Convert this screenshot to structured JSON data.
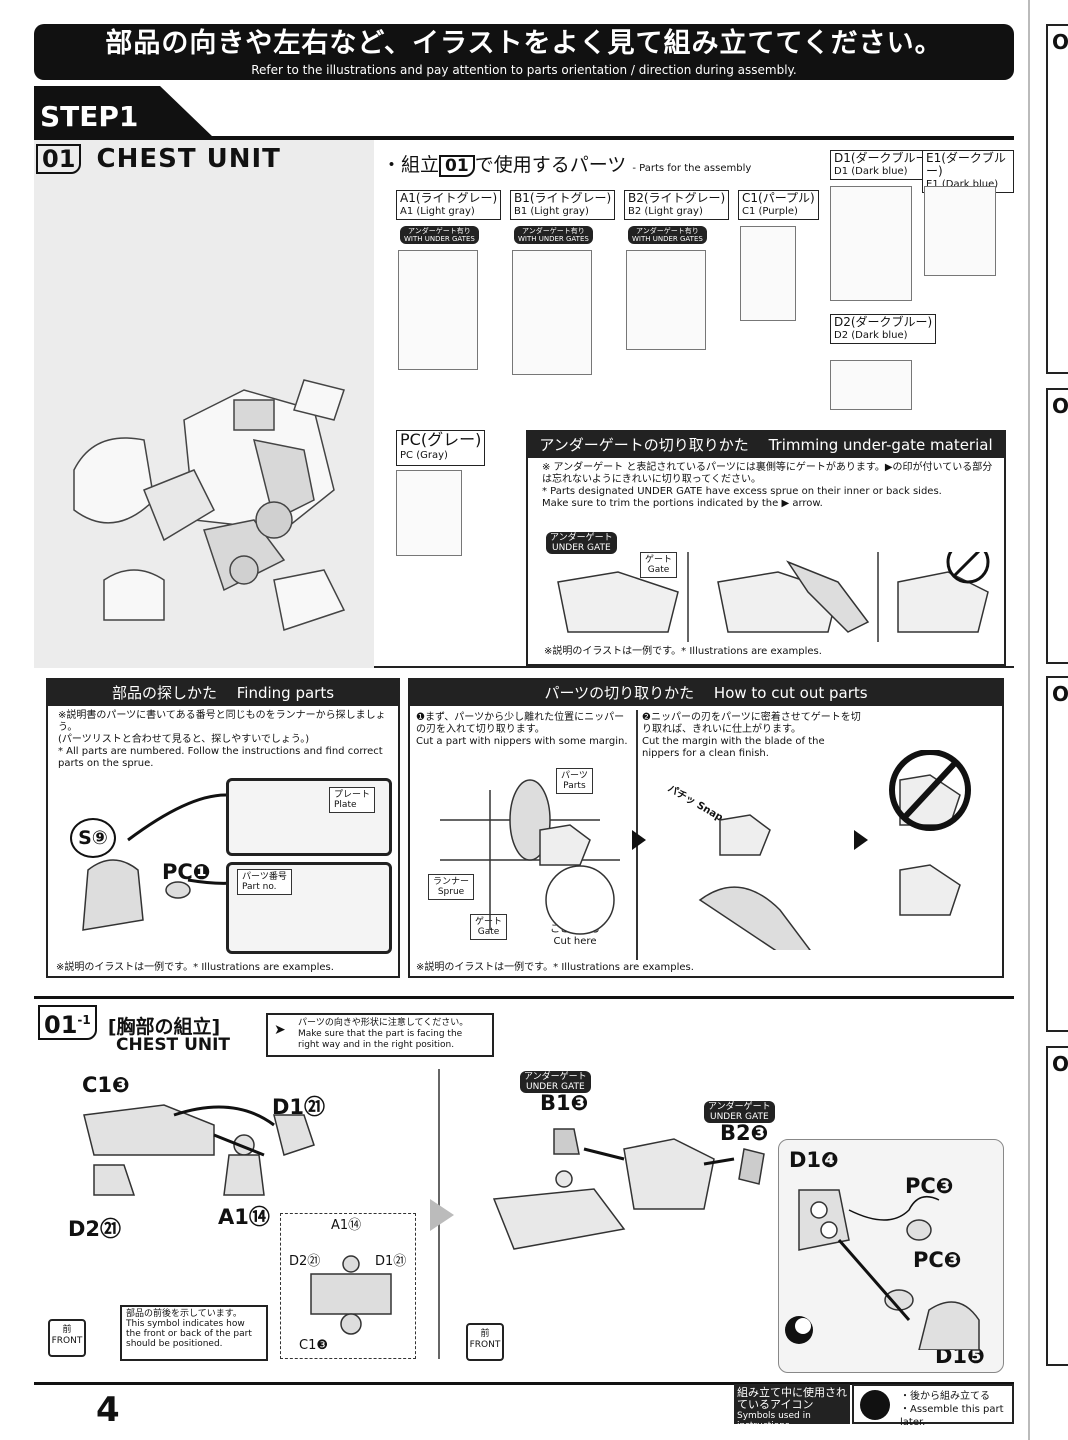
{
  "banner": {
    "jp": "部品の向きや左右など、イラストをよく見て組み立ててください。",
    "en": "Refer to the illustrations and pay attention to parts orientation / direction during assembly."
  },
  "step": {
    "label": "STEP1"
  },
  "unit01": {
    "num": "01",
    "title": "CHEST UNIT"
  },
  "parts_list": {
    "title_jp": "・組立",
    "title_num": "01",
    "title_jp2": "で使用するパーツ",
    "title_en": "- Parts for the assembly",
    "items": [
      {
        "jp": "A1(ライトグレー)",
        "en": "A1 (Light gray)"
      },
      {
        "jp": "B1(ライトグレー)",
        "en": "B1 (Light gray)"
      },
      {
        "jp": "B2(ライトグレー)",
        "en": "B2 (Light gray)"
      },
      {
        "jp": "C1(パープル)",
        "en": "C1 (Purple)"
      },
      {
        "jp": "D1(ダークブルー)",
        "en": "D1 (Dark blue)"
      },
      {
        "jp": "E1(ダークブルー)",
        "en": "E1 (Dark blue)"
      },
      {
        "jp": "D2(ダークブルー)",
        "en": "D2 (Dark blue)"
      },
      {
        "jp": "PC(グレー)",
        "en": "PC (Gray)"
      }
    ],
    "gate_badge_jp": "アンダーゲート有り",
    "gate_badge_en": "WITH UNDER GATES"
  },
  "trimming": {
    "header_jp": "アンダーゲートの切り取りかた",
    "header_en": "Trimming under-gate material",
    "note_jp": "※ アンダーゲート と表記されているパーツには裏側等にゲートがあります。▶の印が付いている部分は忘れないようにきれいに切り取ってください。",
    "note_en1": "* Parts designated UNDER GATE have excess sprue on their inner or back sides.",
    "note_en2": "Make sure to trim the portions indicated by the ▶ arrow.",
    "badge_jp": "アンダーゲート",
    "badge_en": "UNDER GATE",
    "gate_jp": "ゲート",
    "gate_en": "Gate",
    "footnote": "※説明のイラストは一例です。* Illustrations are examples."
  },
  "finding": {
    "header_jp": "部品の探しかた",
    "header_en": "Finding parts",
    "note_jp1": "※説明書のパーツに書いてある番号と同じものをランナーから探しましょう。",
    "note_jp2": "(パーツリストと合わせて見ると、探しやすいでしょう。)",
    "note_en": "* All parts are numbered. Follow the instructions and find correct parts on the sprue.",
    "s9": "S⑨",
    "pc1": "PC❶",
    "plate_jp": "プレート",
    "plate_en": "Plate",
    "partno_jp": "パーツ番号",
    "partno_en": "Part no.",
    "footnote": "※説明のイラストは一例です。* Illustrations are examples."
  },
  "cutting": {
    "header_jp": "パーツの切り取りかた",
    "header_en": "How to cut out parts",
    "step1_jp": "❶まず、パーツから少し離れた位置にニッパーの刃を入れて切り取ります。",
    "step1_en": "Cut a part with nippers with some margin.",
    "step2_jp": "❷ニッパーの刃をパーツに密着させてゲートを切り取れば、きれいに仕上がります。",
    "step2_en": "Cut the margin with the blade of the nippers for a clean finish.",
    "parts_jp": "パーツ",
    "parts_en": "Parts",
    "runner_jp": "ランナー",
    "runner_en": "Sprue",
    "gate_jp": "ゲート",
    "gate_en": "Gate",
    "cuthere_jp": "ここを切る",
    "cuthere_en": "Cut here",
    "snap": "パチッ Snap",
    "footnote": "※説明のイラストは一例です。* Illustrations are examples."
  },
  "step01_1": {
    "num": "01",
    "sub": "-1",
    "title_jp": "[胸部の組立]",
    "title_en": "CHEST UNIT",
    "notice_jp": "パーツの向きや形状に注意してください。",
    "notice_en": "Make sure that the part is facing the right way and in the right position.",
    "labels": {
      "c1_3": "C1❸",
      "d1_21": "D1㉑",
      "a1_14": "A1⑭",
      "d2_21": "D2㉑",
      "b1_3": "B1❸",
      "b2_3": "B2❸",
      "d1_4": "D1❹",
      "pc3a": "PC❸",
      "pc3b": "PC❸",
      "d1_5": "D1❺"
    },
    "inset": {
      "a1": "A1⑭",
      "d2": "D2㉑",
      "d1": "D1㉑",
      "c1": "C1❸"
    },
    "under_gate_jp": "アンダーゲート",
    "under_gate_en": "UNDER GATE",
    "front_jp": "前",
    "front_en": "FRONT",
    "front_note_jp": "部品の前後を示しています。",
    "front_note_en": "This symbol indicates how the front or back of the part should be positioned."
  },
  "footer": {
    "page": "4",
    "icons_jp": "組み立て中に使用されているアイコン",
    "icons_en": "Symbols used in instructions",
    "later_jp": "・後から組み立てる",
    "later_en": "・Assemble this part later."
  },
  "right_strip": {
    "labels": [
      "O",
      "O",
      "O",
      "O"
    ]
  }
}
